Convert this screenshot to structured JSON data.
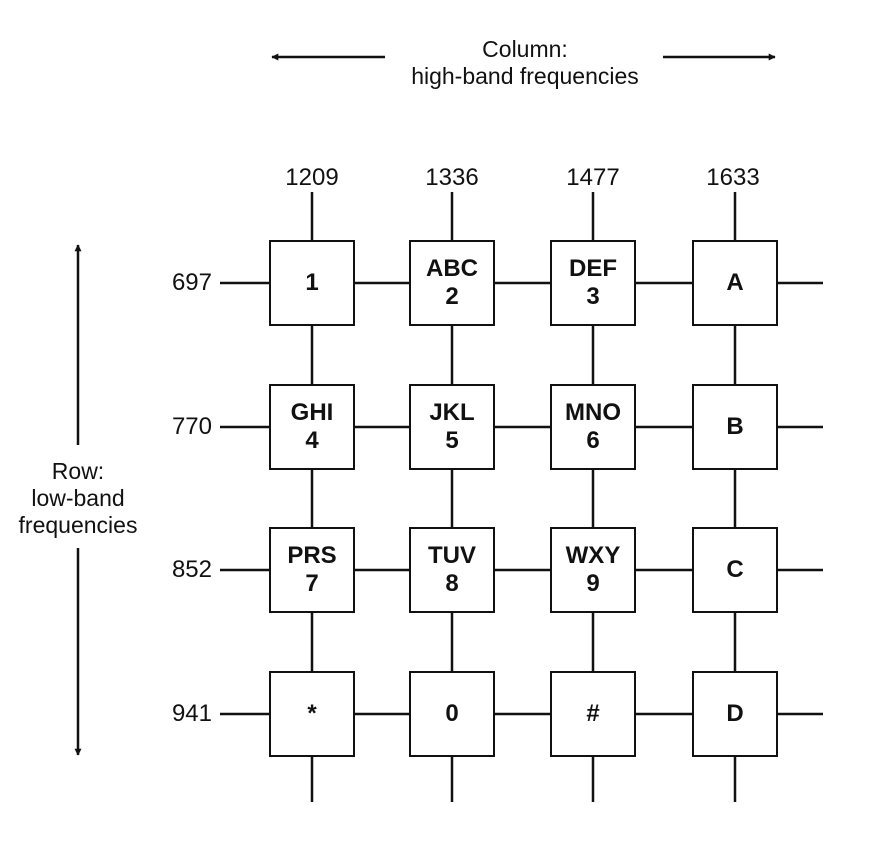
{
  "column_heading": {
    "line1": "Column:",
    "line2": "high-band frequencies"
  },
  "row_heading": {
    "line1": "Row:",
    "line2": "low-band",
    "line3": "frequencies"
  },
  "column_frequencies": [
    "1209",
    "1336",
    "1477",
    "1633"
  ],
  "row_frequencies": [
    "697",
    "770",
    "852",
    "941"
  ],
  "keys": [
    [
      {
        "letters": "",
        "digit": "1"
      },
      {
        "letters": "ABC",
        "digit": "2"
      },
      {
        "letters": "DEF",
        "digit": "3"
      },
      {
        "letters": "",
        "digit": "A"
      }
    ],
    [
      {
        "letters": "GHI",
        "digit": "4"
      },
      {
        "letters": "JKL",
        "digit": "5"
      },
      {
        "letters": "MNO",
        "digit": "6"
      },
      {
        "letters": "",
        "digit": "B"
      }
    ],
    [
      {
        "letters": "PRS",
        "digit": "7"
      },
      {
        "letters": "TUV",
        "digit": "8"
      },
      {
        "letters": "WXY",
        "digit": "9"
      },
      {
        "letters": "",
        "digit": "C"
      }
    ],
    [
      {
        "letters": "",
        "digit": "*"
      },
      {
        "letters": "",
        "digit": "0"
      },
      {
        "letters": "",
        "digit": "#"
      },
      {
        "letters": "",
        "digit": "D"
      }
    ]
  ]
}
